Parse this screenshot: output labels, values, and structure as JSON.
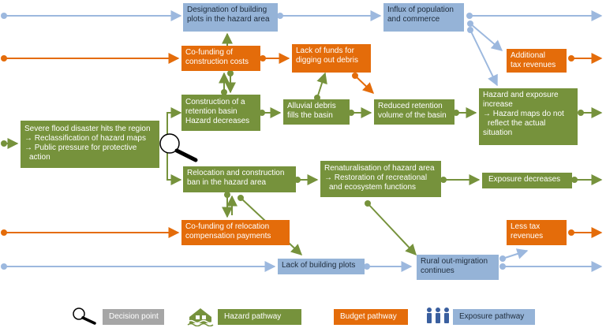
{
  "colors": {
    "hazard": "#76923c",
    "budget": "#e46c0a",
    "exposure": "#95b3d7",
    "exposure_line": "#9cb8de",
    "decision": "#a6a6a6"
  },
  "nodes": {
    "designation": {
      "lines": [
        "Designation of building",
        "plots in the hazard area"
      ]
    },
    "influx": {
      "lines": [
        "Influx of population",
        "and commerce"
      ]
    },
    "cofunding_construction": {
      "lines": [
        "Co-funding of",
        "construction costs"
      ]
    },
    "lack_funds": {
      "lines": [
        "Lack of funds for",
        "digging out debris"
      ]
    },
    "additional_tax": {
      "lines": [
        "Additional",
        "tax revenues"
      ]
    },
    "construction_basin": {
      "lines": [
        "Construction of a",
        "retention basin",
        "Hazard decreases"
      ]
    },
    "alluvial": {
      "lines": [
        "Alluvial debris",
        "fills the basin"
      ]
    },
    "reduced_retention": {
      "lines": [
        "Reduced retention",
        "volume of the basin"
      ]
    },
    "hazard_exposure": {
      "lines": [
        "Hazard and exposure",
        "increase",
        "→ Hazard maps do not",
        "reflect the actual",
        "situation"
      ]
    },
    "severe_flood": {
      "lines": [
        "Severe flood disaster hits the region",
        "→ Reclassification of hazard maps",
        "→ Public pressure for protective",
        "action"
      ]
    },
    "relocation": {
      "lines": [
        "Relocation and construction",
        "ban in the hazard area"
      ]
    },
    "renaturalisation": {
      "lines": [
        "Renaturalisation of hazard area",
        "→ Restoration of recreational",
        "and ecosystem functions"
      ]
    },
    "exposure_decreases": {
      "lines": [
        "Exposure decreases"
      ]
    },
    "cofunding_relocation": {
      "lines": [
        "Co-funding of relocation",
        "compensation payments"
      ]
    },
    "less_tax": {
      "lines": [
        "Less tax",
        "revenues"
      ]
    },
    "lack_plots": {
      "lines": [
        "Lack of building plots"
      ]
    },
    "rural_outmigration": {
      "lines": [
        "Rural out-migration",
        "continues"
      ]
    }
  },
  "legend": {
    "decision": "Decision point",
    "hazard": "Hazard pathway",
    "budget": "Budget pathway",
    "exposure": "Exposure pathway"
  },
  "icons": {
    "decision": "magnifier-icon",
    "hazard": "flood-house-icon",
    "exposure": "people-icon"
  }
}
